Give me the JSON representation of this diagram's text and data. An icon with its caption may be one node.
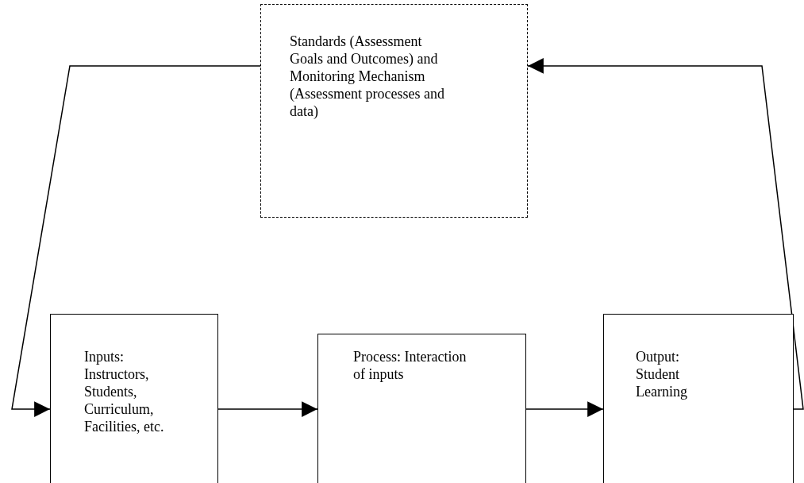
{
  "diagram": {
    "nodes": [
      {
        "text": [
          "Standards (Assessment Goals and Outcomes) and Monitoring Mechanism (Assessment processes and data)"
        ]
      },
      {
        "text": [
          "Inputs: Instructors, Students, Curriculum, Facilities, etc."
        ]
      },
      {
        "text": [
          "Process: Interaction of inputs"
        ]
      },
      {
        "text": [
          "Output: Student Learning"
        ]
      }
    ],
    "edges": [
      {
        "from": 0,
        "to": 1,
        "arrow": "to"
      },
      {
        "from": 1,
        "to": 2,
        "arrow": "to"
      },
      {
        "from": 2,
        "to": 3,
        "arrow": "to"
      },
      {
        "from": 3,
        "to": 0,
        "arrow": "to"
      }
    ]
  }
}
